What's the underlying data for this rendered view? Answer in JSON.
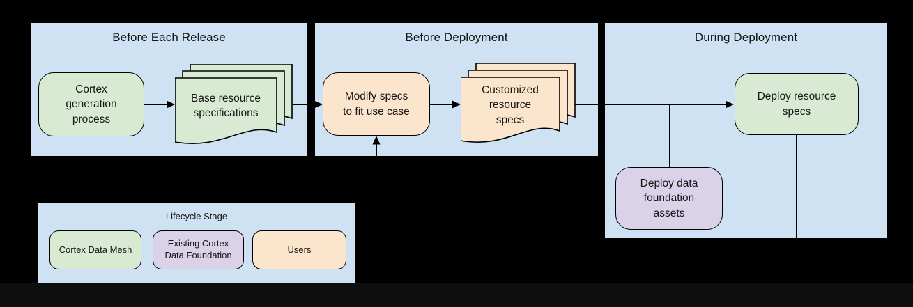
{
  "colors": {
    "background": "#000000",
    "bottom_strip": "#0d0e0d",
    "panel_fill": "#cfe2f3",
    "green": "#d9ead3",
    "peach": "#fce5cd",
    "purple": "#d9d2e9",
    "line": "#000000",
    "text": "#161616"
  },
  "panels": [
    {
      "title": "Before Each Release"
    },
    {
      "title": "Before Deployment"
    },
    {
      "title": "During Deployment"
    }
  ],
  "nodes": {
    "cortex_generation": {
      "label": "Cortex\ngeneration\nprocess",
      "shape": "rounded-rect",
      "stage": "Cortex Data Mesh"
    },
    "base_resource": {
      "label": "Base resource\nspecifications",
      "shape": "document-stack",
      "stage": "Cortex Data Mesh"
    },
    "modify_specs": {
      "label": "Modify specs\nto fit use case",
      "shape": "rounded-rect",
      "stage": "Users"
    },
    "customized_specs": {
      "label": "Customized\nresource\nspecs",
      "shape": "document-stack",
      "stage": "Users"
    },
    "deploy_resource": {
      "label": "Deploy resource\nspecs",
      "shape": "rounded-rect",
      "stage": "Cortex Data Mesh"
    },
    "deploy_foundation": {
      "label": "Deploy data\nfoundation\nassets",
      "shape": "rounded-rect",
      "stage": "Existing Cortex Data Foundation"
    }
  },
  "legend": {
    "title": "Lifecycle Stage",
    "items": [
      {
        "label": "Cortex Data Mesh",
        "color": "#d9ead3"
      },
      {
        "label": "Existing Cortex\nData Foundation",
        "color": "#d9d2e9"
      },
      {
        "label": "Users",
        "color": "#fce5cd"
      }
    ]
  }
}
